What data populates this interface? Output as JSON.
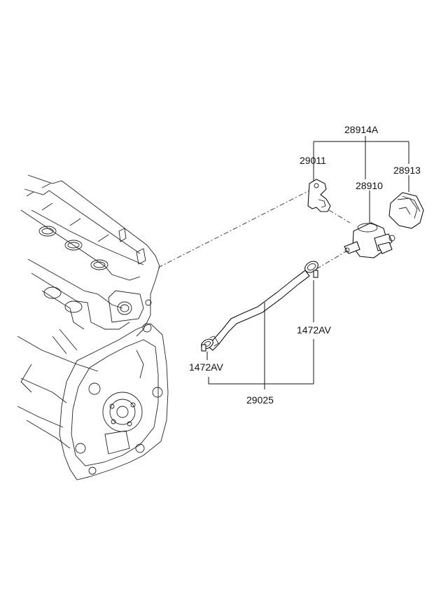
{
  "diagram": {
    "parts": [
      {
        "id": "assembly",
        "label": "28914A"
      },
      {
        "id": "bracket",
        "label": "29011"
      },
      {
        "id": "valve",
        "label": "28910"
      },
      {
        "id": "connector",
        "label": "28913"
      },
      {
        "id": "clamp_upper",
        "label": "1472AV"
      },
      {
        "id": "clamp_lower",
        "label": "1472AV"
      },
      {
        "id": "hose",
        "label": "29025"
      }
    ]
  },
  "colors": {
    "line": "#111111",
    "background": "#ffffff"
  }
}
